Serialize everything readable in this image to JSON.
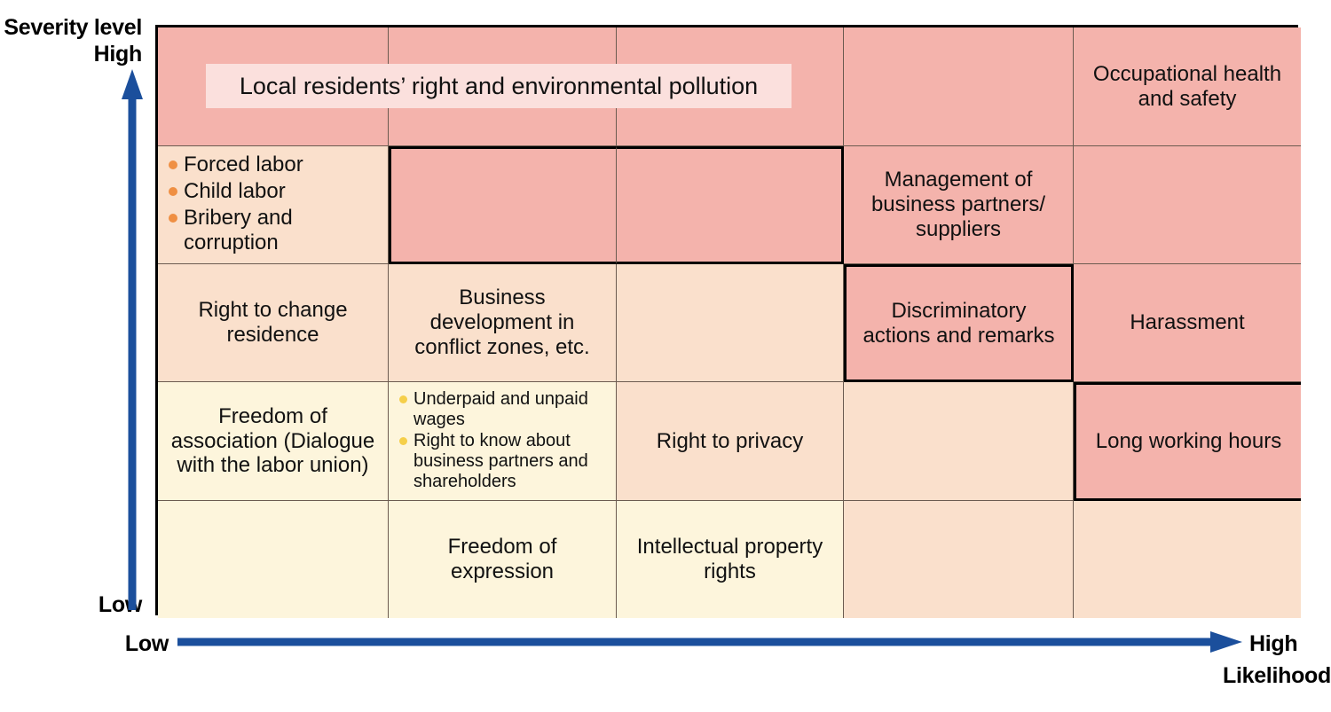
{
  "axes": {
    "y_title": "Severity level",
    "y_high": "High",
    "y_low": "Low",
    "x_title": "Likelihood",
    "x_low": "Low",
    "x_high": "High"
  },
  "banner": {
    "label": "Local residents’ right and environmental pollution"
  },
  "colors": {
    "high": "#f4b3ac",
    "medium": "#fae0cc",
    "low": "#fdf5dc",
    "banner_bg": "#fbe0dd",
    "bullet_orange": "#ef8f43",
    "bullet_yellow": "#f5cf4a",
    "axis_arrow": "#1b4f9c",
    "grid_line": "#6b5b50",
    "emphasis_border": "#000000"
  },
  "cells": [
    {
      "r": 1,
      "c": 1,
      "level": "high",
      "label": ""
    },
    {
      "r": 1,
      "c": 2,
      "level": "high",
      "label": ""
    },
    {
      "r": 1,
      "c": 3,
      "level": "high",
      "label": ""
    },
    {
      "r": 1,
      "c": 4,
      "level": "high",
      "label": ""
    },
    {
      "r": 1,
      "c": 5,
      "level": "high",
      "label": "Occupational health and safety"
    },
    {
      "r": 2,
      "c": 1,
      "level": "medium",
      "label": "",
      "bullets": [
        "Forced labor",
        "Child labor",
        "Bribery and corruption"
      ],
      "bullet_color": "orange",
      "bullet_size": "big"
    },
    {
      "r": 2,
      "c": 2,
      "level": "high",
      "label": ""
    },
    {
      "r": 2,
      "c": 3,
      "level": "high",
      "label": ""
    },
    {
      "r": 2,
      "c": 4,
      "level": "high",
      "label": "Management of business partners/ suppliers"
    },
    {
      "r": 2,
      "c": 5,
      "level": "high",
      "label": ""
    },
    {
      "r": 3,
      "c": 1,
      "level": "medium",
      "label": "Right to change residence"
    },
    {
      "r": 3,
      "c": 2,
      "level": "medium",
      "label": "Business development in conflict zones, etc."
    },
    {
      "r": 3,
      "c": 3,
      "level": "medium",
      "label": ""
    },
    {
      "r": 3,
      "c": 4,
      "level": "high",
      "label": "Discriminatory actions and remarks"
    },
    {
      "r": 3,
      "c": 5,
      "level": "high",
      "label": "Harassment"
    },
    {
      "r": 4,
      "c": 1,
      "level": "low",
      "label": "Freedom of association (Dialogue with the labor union)"
    },
    {
      "r": 4,
      "c": 2,
      "level": "low",
      "label": "",
      "bullets": [
        "Underpaid and unpaid wages",
        "Right to know about business partners and shareholders"
      ],
      "bullet_color": "yellow",
      "bullet_size": "small"
    },
    {
      "r": 4,
      "c": 3,
      "level": "medium",
      "label": "Right to privacy"
    },
    {
      "r": 4,
      "c": 4,
      "level": "medium",
      "label": ""
    },
    {
      "r": 4,
      "c": 5,
      "level": "high",
      "label": "Long working hours"
    },
    {
      "r": 5,
      "c": 1,
      "level": "low",
      "label": ""
    },
    {
      "r": 5,
      "c": 2,
      "level": "low",
      "label": "Freedom of expression"
    },
    {
      "r": 5,
      "c": 3,
      "level": "low",
      "label": "Intellectual property rights"
    },
    {
      "r": 5,
      "c": 4,
      "level": "medium",
      "label": ""
    },
    {
      "r": 5,
      "c": 5,
      "level": "medium",
      "label": ""
    }
  ],
  "emphasis_groups": [
    {
      "name": "row2-col2-col3-group",
      "r": 2,
      "c_start": 2,
      "c_end": 3
    },
    {
      "name": "discriminatory-actions-cell",
      "r": 3,
      "c_start": 4,
      "c_end": 4
    },
    {
      "name": "long-working-hours-cell",
      "r": 4,
      "c_start": 5,
      "c_end": 5
    }
  ]
}
